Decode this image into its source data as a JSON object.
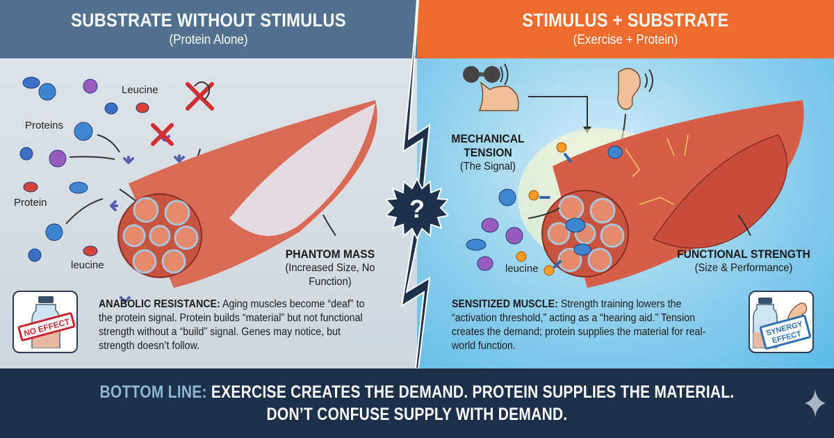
{
  "left_panel": {
    "title": "SUBSTRATE WITHOUT STIMULUS",
    "subtitle": "(Protein Alone)",
    "header_color": "#52708f",
    "labels": {
      "leucine_top": "Leucine",
      "proteins": "Proteins",
      "protein": "Protein",
      "leucine_bottom": "leucine"
    },
    "callout": {
      "title": "PHANTOM MASS",
      "subtitle": "(Increased Size, No Function)"
    },
    "description": {
      "heading": "ANABOLIC RESISTANCE:",
      "body": "Aging muscles become “deaf” to the protein signal. Protein builds “material” but not functional strength without a “build” signal. Genes may notice, but strength doesn’t follow."
    },
    "badge": {
      "icon": "protein-bottle-icon",
      "stamp": "NO EFFECT",
      "stamp_color": "#c8262e"
    }
  },
  "right_panel": {
    "title": "STIMULUS + SUBSTRATE",
    "subtitle": "(Exercise + Protein)",
    "header_color": "#ec6b2d",
    "signal": {
      "title_line1": "MECHANICAL",
      "title_line2": "TENSION",
      "subtitle": "(The Signal)"
    },
    "labels": {
      "leucine": "leucine"
    },
    "callout": {
      "title": "FUNCTIONAL STRENGTH",
      "subtitle": "(Size & Performance)"
    },
    "description": {
      "heading": "SENSITIZED MUSCLE:",
      "body": "Strength training lowers the “activation threshold,” acting as a “hearing aid.” Tension creates the demand; protein supplies the material for real-world function."
    },
    "badge": {
      "icon": "protein-bottle-flexed-arm-icon",
      "stamp_line1": "SYNERGY",
      "stamp_line2": "EFFECT",
      "stamp_color": "#2d6fb0"
    }
  },
  "divider": {
    "icon": "question-burst-icon",
    "symbol": "?",
    "color": "#1d2f49"
  },
  "footer": {
    "accent_label": "BOTTOM LINE:",
    "line1_rest": "EXERCISE CREATES THE DEMAND. PROTEIN SUPPLIES THE MATERIAL.",
    "line2": "DON’T CONFUSE SUPPLY WITH DEMAND.",
    "accent_color": "#8fb6d3",
    "background": "#1e3049"
  }
}
